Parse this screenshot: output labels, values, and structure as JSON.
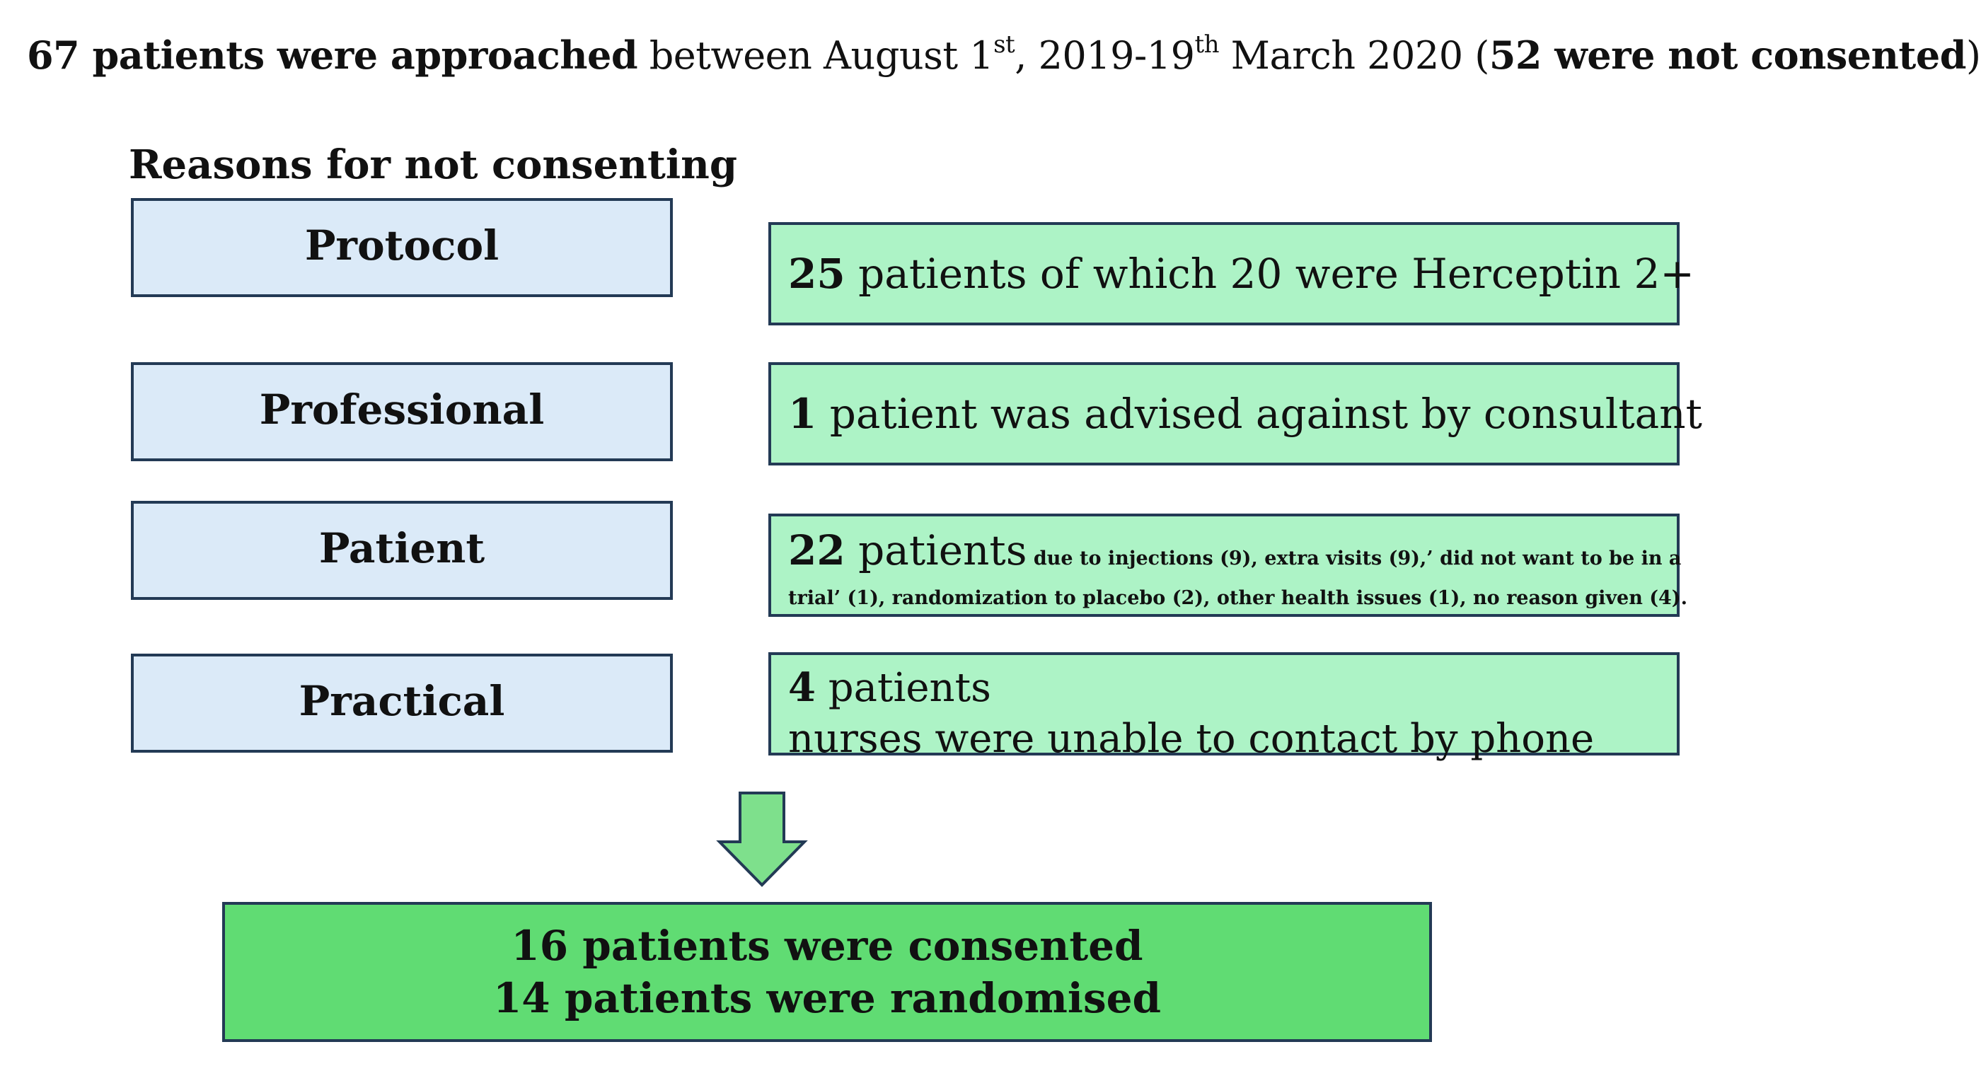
{
  "header": {
    "bold1": "67 patients were approached",
    "text1": " between August 1",
    "sup1": "st",
    "text2": ", 2019-19",
    "sup2": "th",
    "text3": " March 2020 (",
    "bold2": "52 were not consented",
    "text4": ")"
  },
  "section_title": "Reasons for not consenting",
  "categories": [
    {
      "label": "Protocol"
    },
    {
      "label": "Professional"
    },
    {
      "label": "Patient"
    },
    {
      "label": "Practical"
    }
  ],
  "details": {
    "protocol": {
      "count": "25",
      "text": " patients of which 20 were Herceptin 2+"
    },
    "professional": {
      "count": "1",
      "text": " patient was advised against by consultant"
    },
    "patient": {
      "count": "22",
      "text": " patients",
      "small1": " due to injections (9), extra visits (9),’ did not want to be in a",
      "small2": "trial’  (1), randomization to placebo (2), other health issues (1), no reason given (4)."
    },
    "practical": {
      "count": "4",
      "text": " patients",
      "line2": "nurses were unable to contact by phone"
    }
  },
  "outcome": {
    "line1": "16 patients were consented",
    "line2": "14 patients were randomised"
  },
  "colors": {
    "category_fill": "#dbeaf8",
    "detail_fill": "#adf3c6",
    "outcome_fill": "#60dc73",
    "arrow_fill": "#7ee08c",
    "border": "#233a55"
  }
}
